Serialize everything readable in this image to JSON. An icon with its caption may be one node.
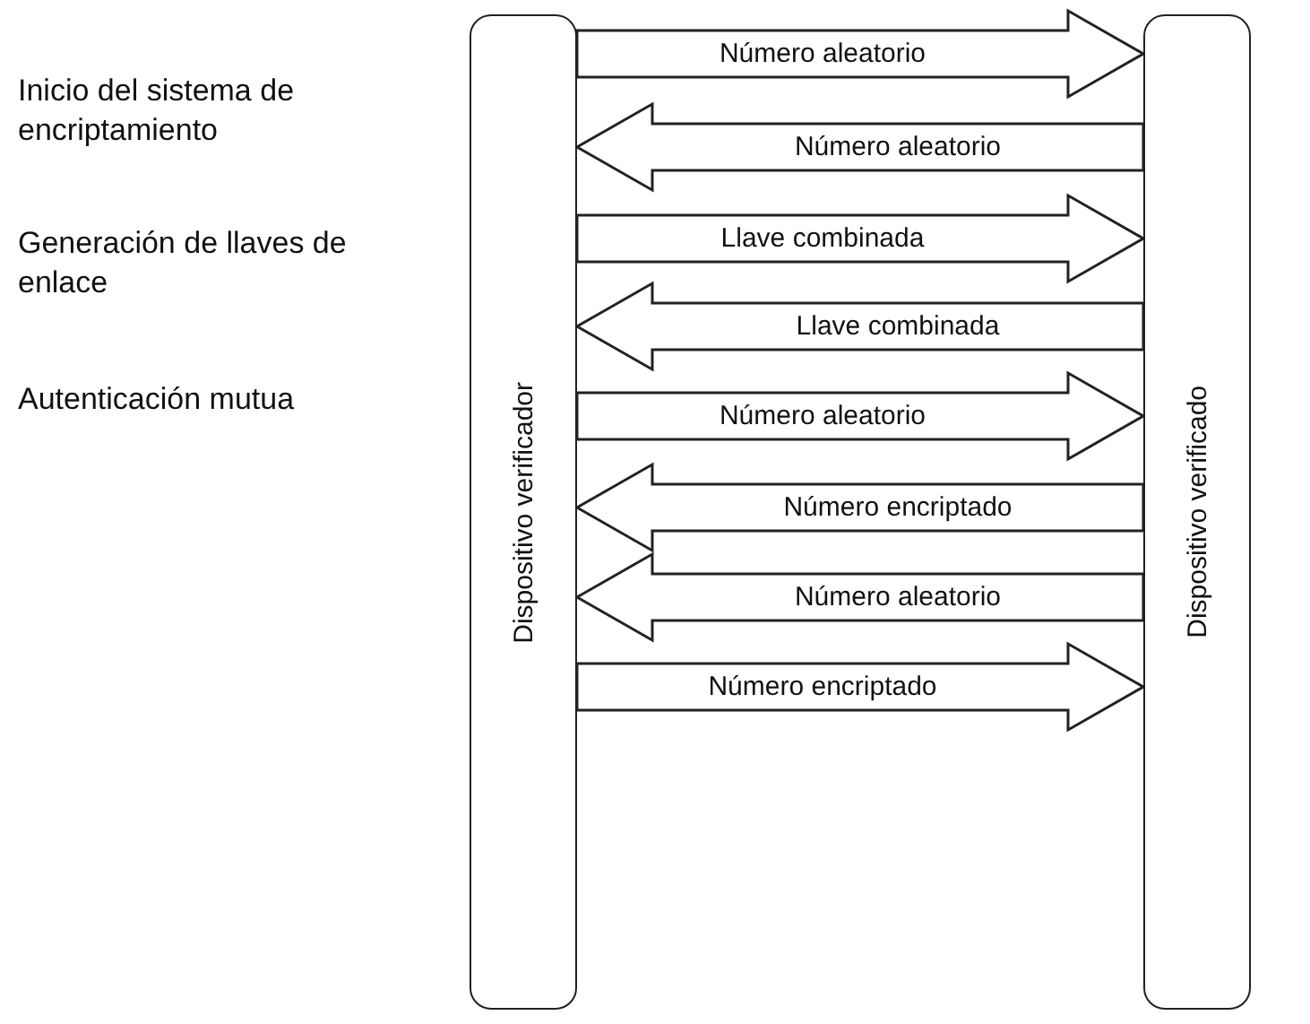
{
  "diagram": {
    "nodes": [
      {
        "text": [
          "Dispositivo verificador"
        ]
      },
      {
        "text": [
          "Dispositivo verificado"
        ]
      }
    ],
    "edges": [
      {
        "from": 0,
        "to": 1,
        "arrow": "to",
        "label": "Número aleatorio"
      },
      {
        "from": 1,
        "to": 0,
        "arrow": "to",
        "label": "Número aleatorio"
      },
      {
        "from": 0,
        "to": 1,
        "arrow": "to",
        "label": "Llave combinada"
      },
      {
        "from": 1,
        "to": 0,
        "arrow": "to",
        "label": "Llave combinada"
      },
      {
        "from": 0,
        "to": 1,
        "arrow": "to",
        "label": "Número aleatorio"
      },
      {
        "from": 1,
        "to": 0,
        "arrow": "to",
        "label": "Número encriptado"
      },
      {
        "from": 1,
        "to": 0,
        "arrow": "to",
        "label": "Número aleatorio"
      },
      {
        "from": 0,
        "to": 1,
        "arrow": "to",
        "label": "Número encriptado"
      }
    ],
    "labels": [
      "Inicio del sistema de encriptamiento",
      "Generación de llaves de enlace",
      "Autenticación mutua"
    ]
  }
}
